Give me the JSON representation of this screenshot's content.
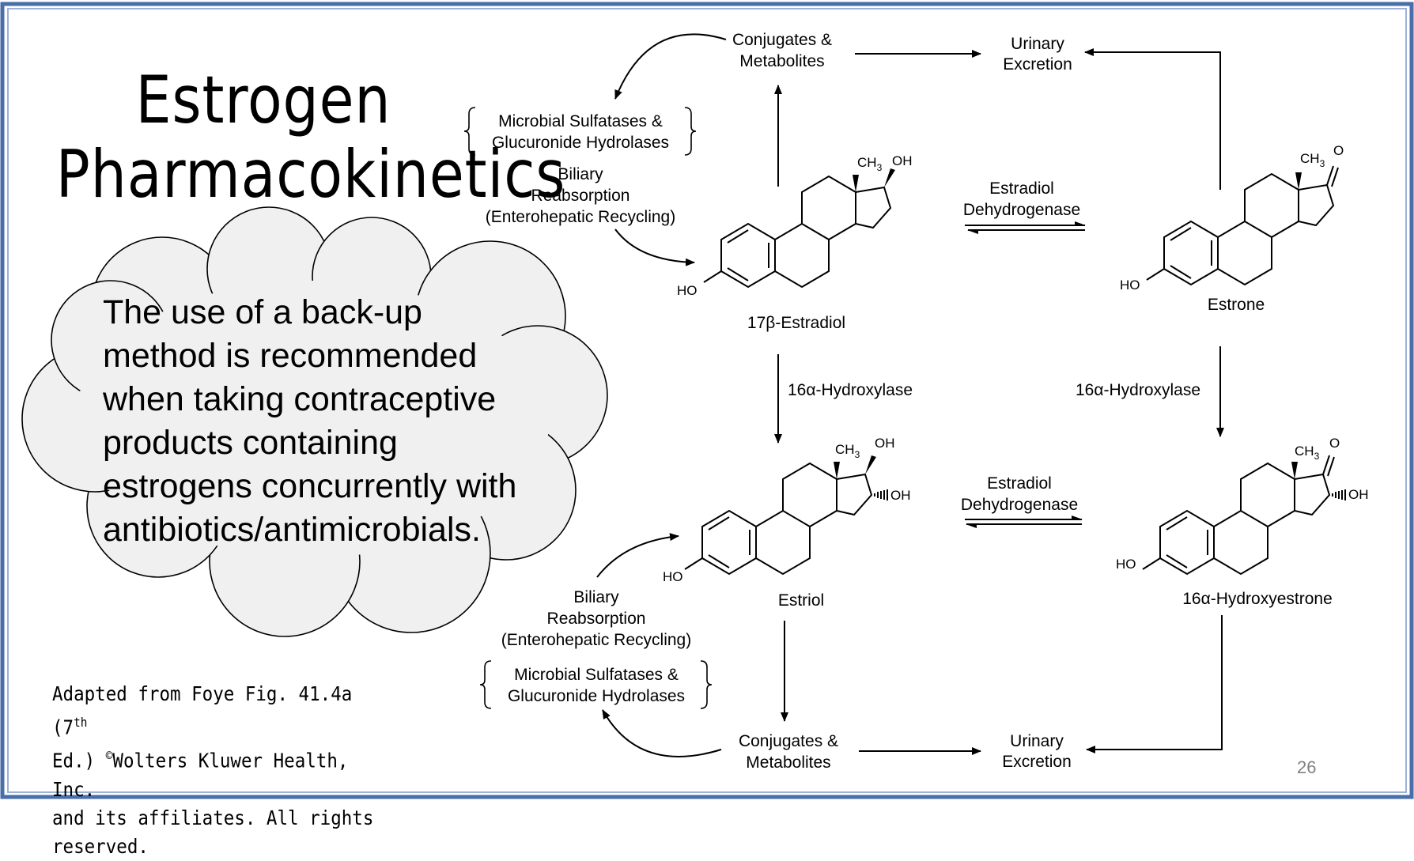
{
  "slide": {
    "title_line1": "Estrogen",
    "title_line2": "Pharmacokinetics",
    "cloud_text": "The use of a back-up\nmethod is recommended\nwhen taking contraceptive\nproducts containing\nestrogens concurrently with\nantibiotics/antimicrobials.",
    "credit_line1_pre": "Adapted from Foye Fig. 41.4a (7",
    "credit_line1_sup": "th",
    "credit_line2_pre": "Ed.) ",
    "credit_line2_copy": "©",
    "credit_line2_post": "Wolters Kluwer Health, Inc.",
    "credit_line3": "and its affiliates. All rights reserved.",
    "page_number": "26",
    "border_color": "#4a6ea9"
  },
  "diagram": {
    "top": {
      "conjugates_l1": "Conjugates &",
      "conjugates_l2": "Metabolites",
      "urinary_l1": "Urinary",
      "urinary_l2": "Excretion",
      "enzymes_l1": "Microbial Sulfatases &",
      "enzymes_l2": "Glucuronide Hydrolases",
      "biliary_l1": "Biliary",
      "biliary_l2": "Reabsorption",
      "biliary_l3": "(Enterohepatic Recycling)"
    },
    "bottom": {
      "conjugates_l1": "Conjugates &",
      "conjugates_l2": "Metabolites",
      "urinary_l1": "Urinary",
      "urinary_l2": "Excretion",
      "enzymes_l1": "Microbial Sulfatases &",
      "enzymes_l2": "Glucuronide Hydrolases",
      "biliary_l1": "Biliary",
      "biliary_l2": "Reabsorption",
      "biliary_l3": "(Enterohepatic Recycling)"
    },
    "enzyme_dehydrogenase_l1": "Estradiol",
    "enzyme_dehydrogenase_l2": "Dehydrogenase",
    "enzyme_hydroxylase": "16α-Hydroxylase",
    "compounds": {
      "estradiol": "17β-Estradiol",
      "estrone": "Estrone",
      "estriol": "Estriol",
      "hydroxyestrone": "16α-Hydroxyestrone"
    },
    "atoms": {
      "ch": "CH",
      "sub3": "3",
      "oh": "OH",
      "ho": "HO",
      "o": "O"
    }
  }
}
